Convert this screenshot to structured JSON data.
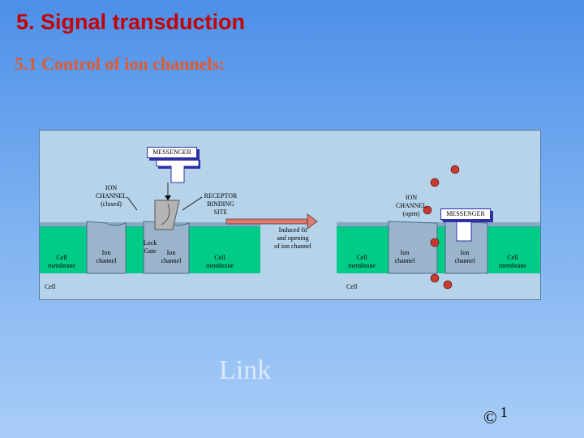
{
  "slide": {
    "title": "5.   Signal transduction",
    "subtitle": "5.1 Control of ion channels:",
    "link": "Link",
    "copyright": "©",
    "footnote": "1"
  },
  "left_panel": {
    "messenger": "MESSENGER",
    "ion_channel_closed": [
      "ION",
      "CHANNEL",
      "(closed)"
    ],
    "receptor_site": [
      "RECEPTOR",
      "BINDING",
      "SITE"
    ],
    "lock_gate": [
      "Lock",
      "Gate"
    ],
    "cell_membrane_left": [
      "Cell",
      "membrane"
    ],
    "ion_channel_1": [
      "Ion",
      "channel"
    ],
    "ion_channel_2": [
      "Ion",
      "channel"
    ],
    "cell_membrane_right": [
      "Cell",
      "membrane"
    ],
    "cell": "Cell"
  },
  "middle": {
    "caption": [
      "Induced fit",
      "and opening",
      "of ion channel"
    ]
  },
  "right_panel": {
    "ion_channel_open": [
      "ION",
      "CHANNEL",
      "(open)"
    ],
    "messenger": "MESSENGER",
    "cell_membrane_left": [
      "Cell",
      "membrane"
    ],
    "ion_channel_1": [
      "Ion",
      "channel"
    ],
    "ion_channel_2": [
      "Ion",
      "channel"
    ],
    "cell_membrane_right": [
      "Cell",
      "membrane"
    ],
    "cell": "Cell"
  },
  "colors": {
    "membrane": "#00cc88",
    "protein": "#9ab4cc",
    "ion": "#c83a2c",
    "arrow": "#e07a70"
  }
}
